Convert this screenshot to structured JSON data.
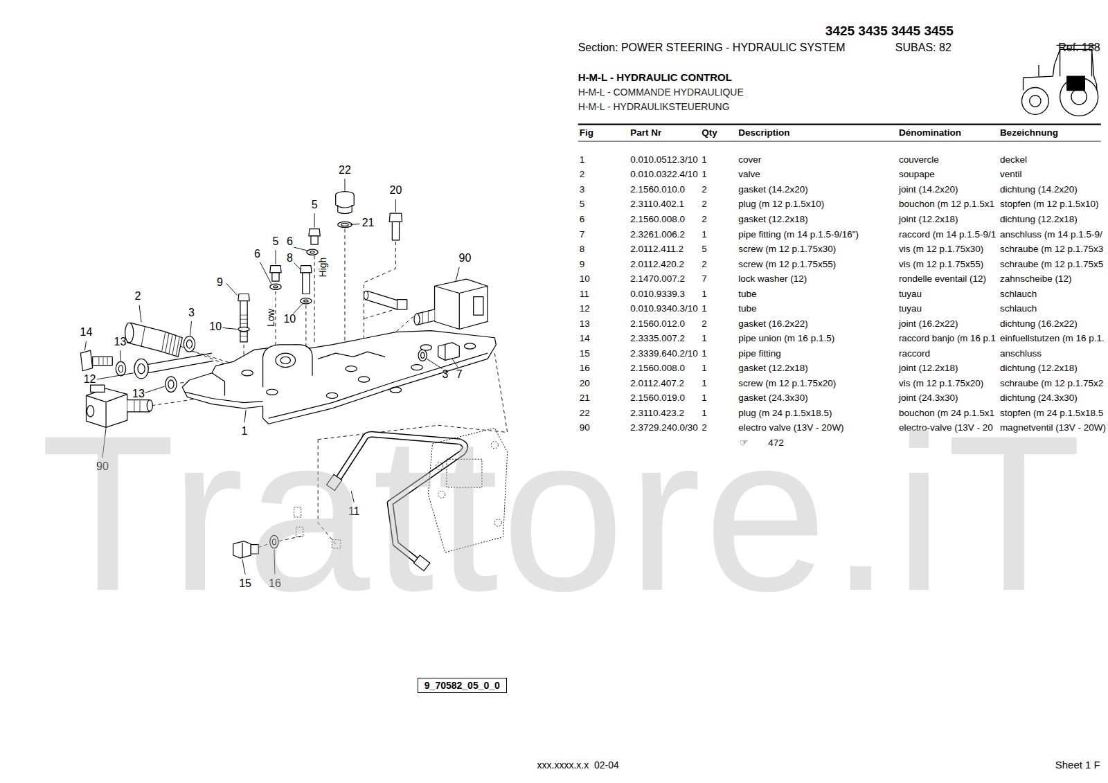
{
  "diagram": {
    "title": "3425 3435 3445 3455",
    "nodes": [
      {
        "text": [
          "9_70582_05_0_0"
        ]
      }
    ],
    "labels": [
      "Section: POWER STEERING - HYDRAULIC SYSTEM",
      "SUBAS: 82",
      "Ref. 188",
      "H-M-L - HYDRAULIC CONTROL",
      "H-M-L - COMMANDE HYDRAULIQUE",
      "H-M-L - HYDRAULIKSTEUERUNG",
      "Fig",
      "Part Nr",
      "Qty",
      "Description",
      "Dénomination",
      "Bezeichnung",
      "1",
      "0.010.0512.3/10",
      "1",
      "cover",
      "couvercle",
      "deckel",
      "2",
      "0.010.0322.4/10",
      "1",
      "valve",
      "soupape",
      "ventil",
      "3",
      "2.1560.010.0",
      "2",
      "gasket (14.2x20)",
      "joint (14.2x20)",
      "dichtung (14.2x20)",
      "5",
      "2.3110.402.1",
      "2",
      "plug (m 12 p.1.5x10)",
      "bouchon (m 12 p.1.5x1",
      "stopfen (m 12 p.1.5x10)",
      "6",
      "2.1560.008.0",
      "2",
      "gasket (12.2x18)",
      "joint (12.2x18)",
      "dichtung (12.2x18)",
      "7",
      "2.3261.006.2",
      "1",
      "pipe fitting (m 14 p.1.5-9/16\")",
      "raccord (m 14 p.1.5-9/1",
      "anschluss (m 14 p.1.5-9/",
      "8",
      "2.0112.411.2",
      "5",
      "screw (m 12 p.1.75x30)",
      "vis (m 12 p.1.75x30)",
      "schraube (m 12 p.1.75x3",
      "9",
      "2.0112.420.2",
      "2",
      "screw (m 12 p.1.75x55)",
      "vis (m 12 p.1.75x55)",
      "schraube (m 12 p.1.75x5",
      "10",
      "2.1470.007.2",
      "7",
      "lock washer (12)",
      "rondelle eventail (12)",
      "zahnscheibe (12)",
      "11",
      "0.010.9339.3",
      "1",
      "tube",
      "tuyau",
      "schlauch",
      "12",
      "0.010.9340.3/10",
      "1",
      "tube",
      "tuyau",
      "schlauch",
      "13",
      "2.1560.012.0",
      "2",
      "gasket (16.2x22)",
      "joint (16.2x22)",
      "dichtung (16.2x22)",
      "14",
      "2.3335.007.2",
      "1",
      "pipe union (m 16 p.1.5)",
      "raccord banjo (m 16 p.1",
      "einfuellstutzen (m 16 p.1.",
      "15",
      "2.3339.640.2/10",
      "1",
      "pipe fitting",
      "raccord",
      "anschluss",
      "16",
      "2.1560.008.0",
      "1",
      "gasket (12.2x18)",
      "joint (12.2x18)",
      "dichtung (12.2x18)",
      "20",
      "2.0112.407.2",
      "1",
      "screw (m 12 p.1.75x20)",
      "vis (m 12 p.1.75x20)",
      "schraube (m 12 p.1.75x2",
      "21",
      "2.1560.019.0",
      "1",
      "gasket (24.3x30)",
      "joint (24.3x30)",
      "dichtung (24.3x30)",
      "22",
      "2.3110.423.2",
      "1",
      "plug (m 24 p.1.5x18.5)",
      "bouchon (m 24 p.1.5x1",
      "stopfen (m 24 p.1.5x18.5",
      "90",
      "2.3729.240.0/30",
      "2",
      "electro valve (13V - 20W)",
      "electro-valve (13V - 20",
      "magnetventil (13V - 20W)",
      "☞",
      "472",
      "22",
      "20",
      "5",
      "21",
      "5",
      "6",
      "6",
      "8",
      "High",
      "9",
      "90",
      "2",
      "3",
      "10",
      "Low",
      "10",
      "14",
      "13",
      "12",
      "13",
      "3",
      "7",
      "1",
      "90",
      "11",
      "15",
      "16",
      "xxx.xxxx.x.x  02-04",
      "Sheet 1 F",
      "Trattore.iT"
    ]
  }
}
